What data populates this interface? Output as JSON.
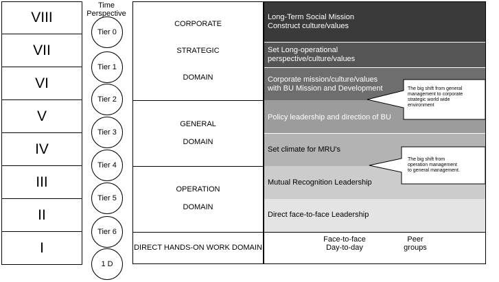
{
  "levels": [
    "VIII",
    "VII",
    "VI",
    "V",
    "IV",
    "III",
    "II",
    "I"
  ],
  "time_perspective_title": "Time Perspective",
  "tiers": [
    "Tier 0",
    "Tier 1",
    "Tier 2",
    "Tier 3",
    "Tier 4",
    "Tier 5",
    "Tier 6",
    "1 D"
  ],
  "domains": {
    "corporate": "CORPORATE",
    "strategic": "STRATEGIC",
    "domain_a": "DOMAIN",
    "general": "GENERAL",
    "domain_b": "DOMAIN",
    "operation": "OPERATION",
    "domain_c": "DOMAIN",
    "direct": "DIRECT HANDS-ON WORK DOMAIN"
  },
  "right": {
    "r8a": "Long-Term Social Mission",
    "r8b": "Construct culture/values",
    "r7a": "Set Long-operational",
    "r7b": "perspective/culture/values",
    "r6a": "Corporate mission/culture/values",
    "r6b": "with BU Mission and Development",
    "r5": "Policy leadership and direction of BU",
    "r4": "Set climate for MRU's",
    "r3": "Mutual Recognition Leadership",
    "r2": "Direct face-to-face Leadership",
    "r1a": "Face-to-face",
    "r1b": "Day-to-day",
    "r1c": "Peer",
    "r1d": "groups"
  },
  "callouts": {
    "c1a": "The big shift from general",
    "c1b": "management to corporate",
    "c1c": "strategic world wide",
    "c1d": "environment",
    "c2a": "The big shift from",
    "c2b": "operation management",
    "c2c": "to general management."
  },
  "colors": {
    "band_darkest": "#3a3a3a",
    "band_dark": "#555555",
    "band_mid": "#6e6e6e",
    "band_gray": "#9c9c9c",
    "band_light": "#b3b3b3",
    "band_lighter": "#cccccc",
    "band_lightest": "#e4e4e4"
  }
}
